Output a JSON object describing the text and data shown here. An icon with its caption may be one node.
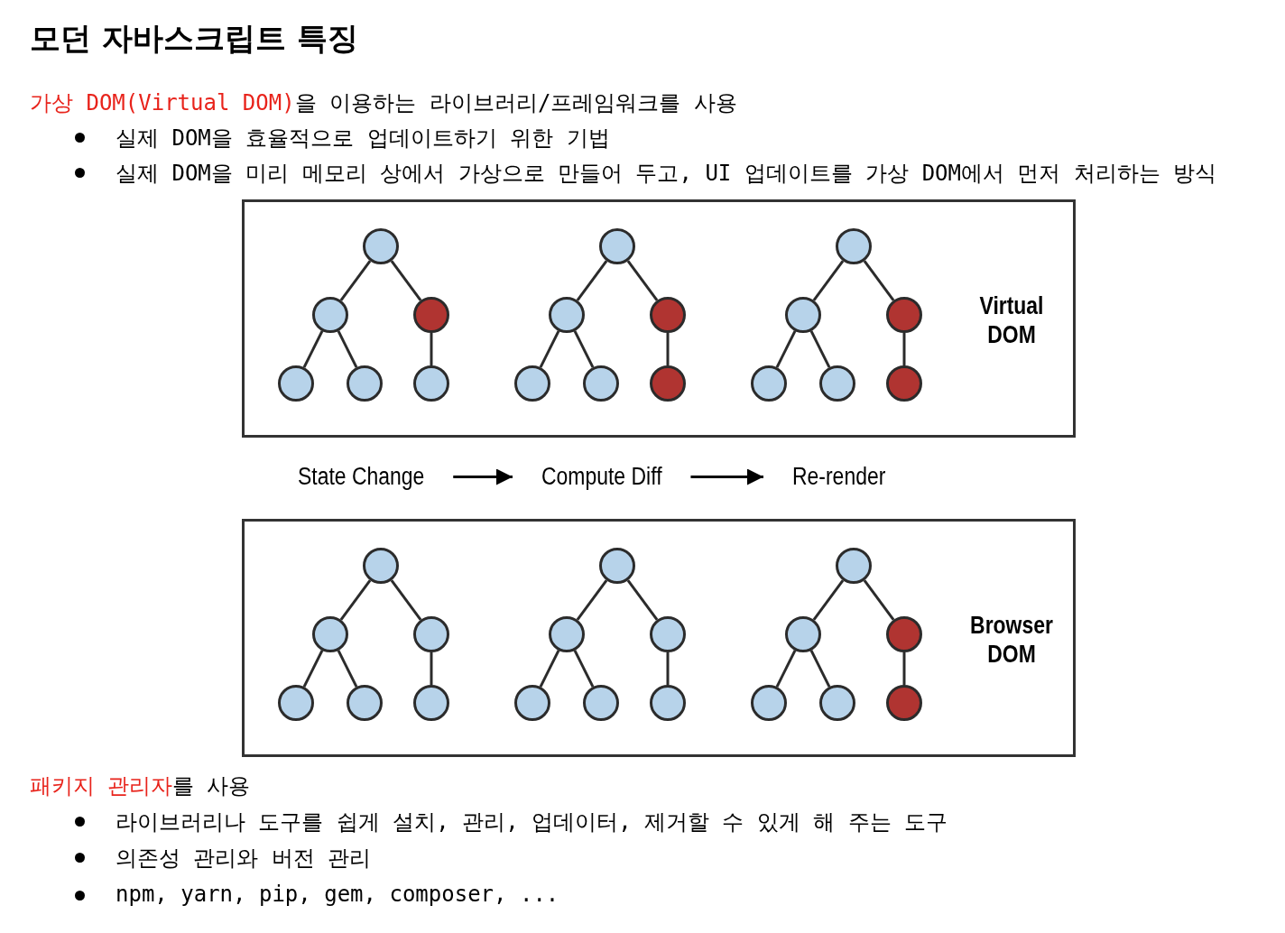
{
  "diagram": {
    "title": "모던 자바스크립트 특징",
    "nodes": [
      {
        "text": [
          "Virtual DOM"
        ]
      },
      {
        "text": [],
        "shape": "circle",
        "in": 0
      },
      {
        "text": [],
        "shape": "circle",
        "in": 0
      },
      {
        "text": [],
        "shape": "circle",
        "in": 0
      },
      {
        "text": [],
        "shape": "circle",
        "in": 0
      },
      {
        "text": [],
        "shape": "circle",
        "in": 0
      },
      {
        "text": [],
        "shape": "circle",
        "in": 0
      },
      {
        "text": [],
        "shape": "circle",
        "in": 0
      },
      {
        "text": [],
        "shape": "circle",
        "in": 0
      },
      {
        "text": [],
        "shape": "circle",
        "in": 0
      },
      {
        "text": [],
        "shape": "circle",
        "in": 0
      },
      {
        "text": [],
        "shape": "circle",
        "in": 0
      },
      {
        "text": [],
        "shape": "circle",
        "in": 0
      },
      {
        "text": [],
        "shape": "circle",
        "in": 0
      },
      {
        "text": [],
        "shape": "circle",
        "in": 0
      },
      {
        "text": [],
        "shape": "circle",
        "in": 0
      },
      {
        "text": [],
        "shape": "circle",
        "in": 0
      },
      {
        "text": [],
        "shape": "circle",
        "in": 0
      },
      {
        "text": [],
        "shape": "circle",
        "in": 0
      },
      {
        "text": [
          "State Change"
        ]
      },
      {
        "text": [
          "Compute Diff"
        ]
      },
      {
        "text": [
          "Re-render"
        ]
      },
      {
        "text": [
          "Browser DOM"
        ]
      },
      {
        "text": [],
        "shape": "circle",
        "in": 22
      },
      {
        "text": [],
        "shape": "circle",
        "in": 22
      },
      {
        "text": [],
        "shape": "circle",
        "in": 22
      },
      {
        "text": [],
        "shape": "circle",
        "in": 22
      },
      {
        "text": [],
        "shape": "circle",
        "in": 22
      },
      {
        "text": [],
        "shape": "circle",
        "in": 22
      },
      {
        "text": [],
        "shape": "circle",
        "in": 22
      },
      {
        "text": [],
        "shape": "circle",
        "in": 22
      },
      {
        "text": [],
        "shape": "circle",
        "in": 22
      },
      {
        "text": [],
        "shape": "circle",
        "in": 22
      },
      {
        "text": [],
        "shape": "circle",
        "in": 22
      },
      {
        "text": [],
        "shape": "circle",
        "in": 22
      },
      {
        "text": [],
        "shape": "circle",
        "in": 22
      },
      {
        "text": [],
        "shape": "circle",
        "in": 22
      },
      {
        "text": [],
        "shape": "circle",
        "in": 22
      },
      {
        "text": [],
        "shape": "circle",
        "in": 22
      },
      {
        "text": [],
        "shape": "circle",
        "in": 22
      },
      {
        "text": [],
        "shape": "circle",
        "in": 22
      }
    ],
    "edges": [
      {
        "from": 1,
        "to": 2,
        "arrow": "none"
      },
      {
        "from": 1,
        "to": 3,
        "arrow": "none"
      },
      {
        "from": 2,
        "to": 4,
        "arrow": "none"
      },
      {
        "from": 2,
        "to": 5,
        "arrow": "none"
      },
      {
        "from": 3,
        "to": 6,
        "arrow": "none"
      },
      {
        "from": 7,
        "to": 8,
        "arrow": "none"
      },
      {
        "from": 7,
        "to": 9,
        "arrow": "none"
      },
      {
        "from": 8,
        "to": 10,
        "arrow": "none"
      },
      {
        "from": 8,
        "to": 11,
        "arrow": "none"
      },
      {
        "from": 9,
        "to": 12,
        "arrow": "none"
      },
      {
        "from": 13,
        "to": 14,
        "arrow": "none"
      },
      {
        "from": 13,
        "to": 15,
        "arrow": "none"
      },
      {
        "from": 14,
        "to": 16,
        "arrow": "none"
      },
      {
        "from": 14,
        "to": 17,
        "arrow": "none"
      },
      {
        "from": 15,
        "to": 18,
        "arrow": "none"
      },
      {
        "from": 19,
        "to": 20,
        "arrow": "to"
      },
      {
        "from": 20,
        "to": 21,
        "arrow": "to"
      },
      {
        "from": 23,
        "to": 24,
        "arrow": "none"
      },
      {
        "from": 23,
        "to": 25,
        "arrow": "none"
      },
      {
        "from": 24,
        "to": 26,
        "arrow": "none"
      },
      {
        "from": 24,
        "to": 27,
        "arrow": "none"
      },
      {
        "from": 25,
        "to": 28,
        "arrow": "none"
      },
      {
        "from": 29,
        "to": 30,
        "arrow": "none"
      },
      {
        "from": 29,
        "to": 31,
        "arrow": "none"
      },
      {
        "from": 30,
        "to": 32,
        "arrow": "none"
      },
      {
        "from": 30,
        "to": 33,
        "arrow": "none"
      },
      {
        "from": 31,
        "to": 34,
        "arrow": "none"
      },
      {
        "from": 35,
        "to": 36,
        "arrow": "none"
      },
      {
        "from": 35,
        "to": 37,
        "arrow": "none"
      },
      {
        "from": 36,
        "to": 38,
        "arrow": "none"
      },
      {
        "from": 36,
        "to": 39,
        "arrow": "none"
      },
      {
        "from": 37,
        "to": 40,
        "arrow": "none"
      }
    ],
    "labels": [
      "가상 DOM(Virtual DOM)",
      "을 이용하는 라이브러리/프레임워크를 사용",
      "실제 DOM을 효율적으로 업데이트하기 위한 기법",
      "실제 DOM을 미리 메모리 상에서 가상으로 만들어 두고, UI 업데이트를 가상 DOM에서 먼저 처리하는 방식",
      "패키지 관리자",
      "를 사용",
      "라이브러리나 도구를 쉽게 설치, 관리, 업데이터, 제거할 수 있게 해 주는 도구",
      "의존성 관리와 버전 관리",
      "npm, yarn, pip, gem, composer, ..."
    ]
  }
}
